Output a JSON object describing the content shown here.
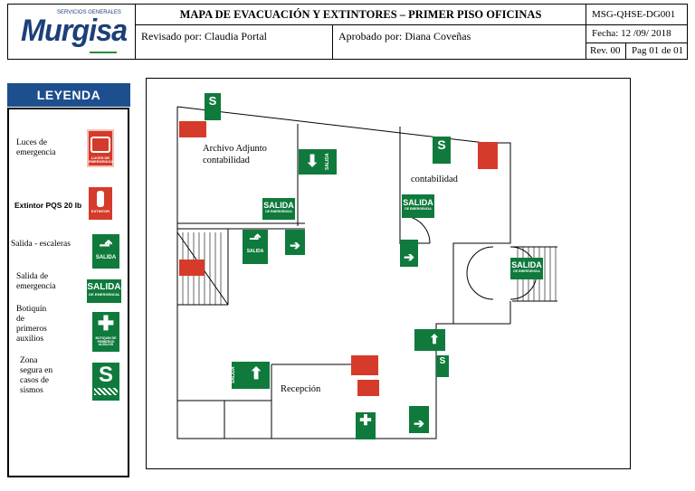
{
  "header": {
    "logo_top": "SERVICIOS GENERALES",
    "logo_brand": "Murgisa",
    "title": "MAPA DE EVACUACIÓN Y EXTINTORES – PRIMER PISO OFICINAS",
    "code": "MSG-QHSE-DG001",
    "reviewed": "Revisado por: Claudia Portal",
    "approved": "Aprobado por: Diana Coveñas",
    "date": "Fecha: 12 /09/ 2018",
    "rev": "Rev. 00",
    "page": "Pag 01 de 01"
  },
  "legend": {
    "title": "LEYENDA",
    "items": [
      "Luces de emergencia",
      "Extintor PQS 20 lb",
      "Salida - escaleras",
      "Salida de emergencia",
      "Botiquín de primeros auxilios",
      "Zona segura en casos de sismos"
    ]
  },
  "map": {
    "rooms": {
      "archivo": "Archivo Adjunto contabilidad",
      "contabilidad": "contabilidad",
      "recepcion": "Recepción"
    },
    "signs": {
      "salida": "SALIDA",
      "salida_emergencia": "SALIDA",
      "de_emergencia": "DE EMERGENCIA",
      "s_letter": "S",
      "vertical_salida": "SALIDA"
    }
  },
  "colors": {
    "green": "#0f7a3c",
    "red": "#d63a2a",
    "legend_blue": "#1d4f8f"
  }
}
